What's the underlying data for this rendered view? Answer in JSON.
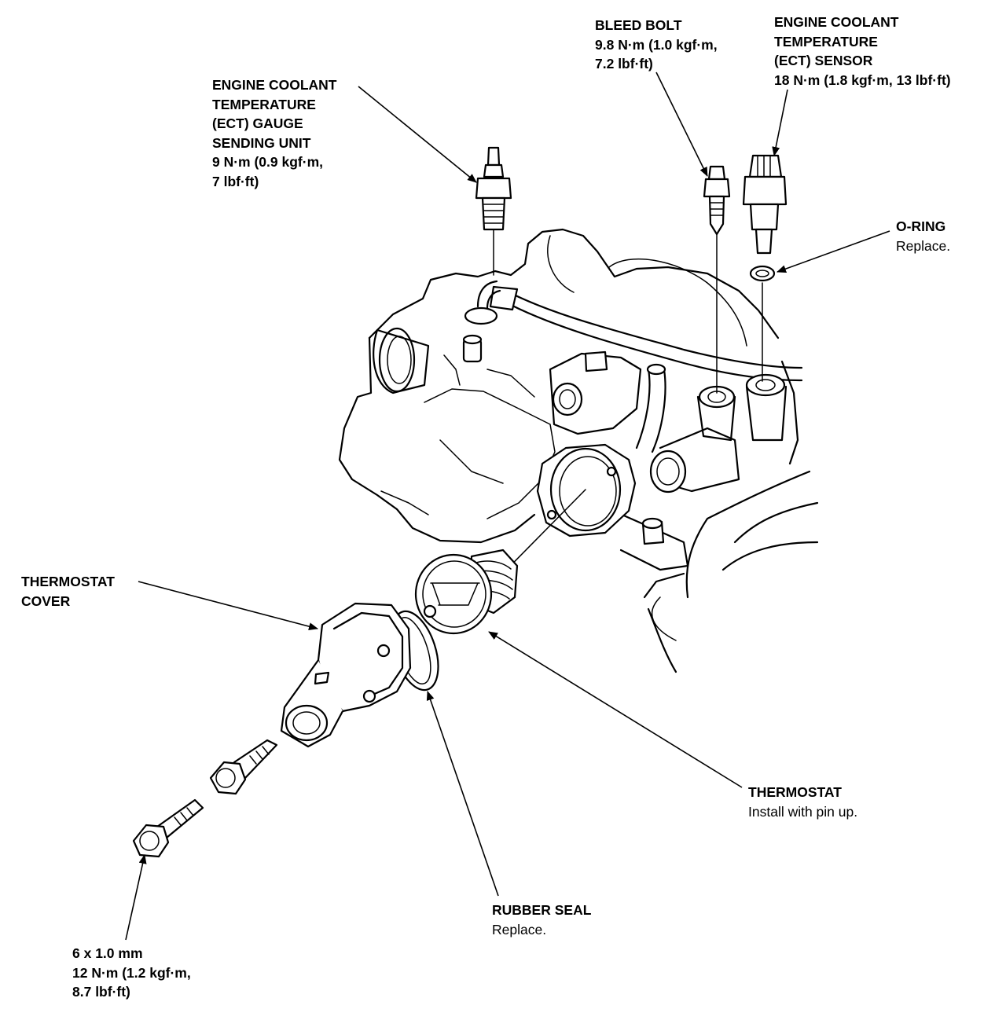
{
  "callouts": {
    "ect_gauge_sending_unit": {
      "bold": [
        "ENGINE COOLANT",
        "TEMPERATURE",
        "(ECT) GAUGE",
        "SENDING UNIT",
        "9 N·m (0.9 kgf·m,",
        "7 lbf·ft)"
      ]
    },
    "bleed_bolt": {
      "bold": [
        "BLEED BOLT",
        "9.8 N·m (1.0 kgf·m,",
        "7.2 lbf·ft)"
      ]
    },
    "ect_sensor": {
      "bold": [
        "ENGINE COOLANT",
        "TEMPERATURE",
        "(ECT) SENSOR",
        "18 N·m (1.8 kgf·m, 13 lbf·ft)"
      ]
    },
    "o_ring": {
      "bold": [
        "O-RING"
      ],
      "note": "Replace."
    },
    "thermostat_cover": {
      "bold": [
        "THERMOSTAT",
        "COVER"
      ]
    },
    "thermostat": {
      "bold": [
        "THERMOSTAT"
      ],
      "note": "Install with pin up."
    },
    "rubber_seal": {
      "bold": [
        "RUBBER SEAL"
      ],
      "note": "Replace."
    },
    "bolt": {
      "bold": [
        "6 x 1.0 mm",
        "12 N·m (1.2 kgf·m,",
        "8.7 lbf·ft)"
      ]
    }
  }
}
